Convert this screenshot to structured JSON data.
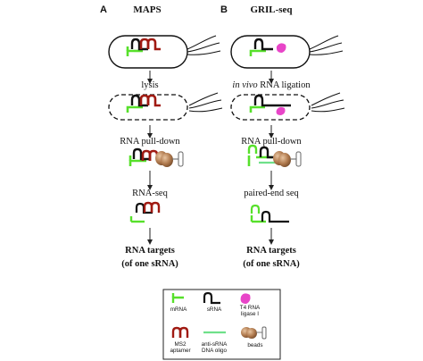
{
  "panel_a": {
    "letter": "A",
    "title": "MAPS",
    "steps": [
      "lysis",
      "RNA pull-down",
      "RNA-seq"
    ],
    "result_line1": "RNA targets",
    "result_line2": "(of one sRNA)"
  },
  "panel_b": {
    "letter": "B",
    "title": "GRIL-seq",
    "step1_italic": "in vivo",
    "step1_rest": " RNA ligation",
    "steps": [
      "RNA pull-down",
      "paired-end seq"
    ],
    "result_line1": "RNA targets",
    "result_line2": "(of one sRNA)"
  },
  "legend": {
    "mrna": "mRNA",
    "srna": "sRNA",
    "ligase_line1": "T4 RNA",
    "ligase_line2": "ligase I",
    "ms2_line1": "MS2",
    "ms2_line2": "aptamer",
    "oligo_line1": "anti-sRNA",
    "oligo_line2": "DNA oligo",
    "beads": "beads"
  },
  "colors": {
    "mrna": "#57e02b",
    "srna": "#111111",
    "ms2": "#a01a12",
    "ligase": "#e845c8",
    "oligo": "#6fe08a",
    "bead": "#b07a4e",
    "legend_border": "#222222"
  }
}
